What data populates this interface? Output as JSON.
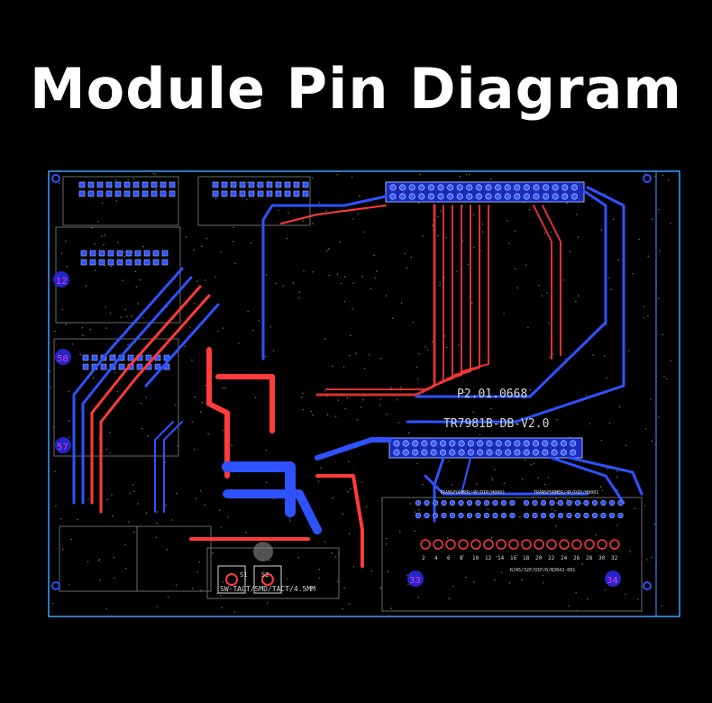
{
  "header": {
    "title": "Module Pin Diagram"
  },
  "board": {
    "part_number": "P2.01.0668",
    "board_name": "TR7981B-DB-V2.0",
    "switch_label": "SW-TACT/SMD/TACT/4.5MM",
    "connector_label": "RJ45/32P/DIP/R/N3042-001",
    "switch_refs": [
      "S1",
      "S2"
    ],
    "pin_markers": [
      "12",
      "58",
      "57",
      "33",
      "34"
    ],
    "connector_pin_row": [
      "2",
      "4",
      "6",
      "8",
      "10",
      "12",
      "14",
      "16",
      "18",
      "20",
      "22",
      "24",
      "26",
      "28",
      "30",
      "32"
    ],
    "transformer_labels": [
      "TRANSFORMER/4P/DIP/H0001",
      "TRANSFORMER/4P/DIP/H0001"
    ],
    "colors": {
      "top_layer": "#ff3b3b",
      "bottom_layer": "#2f52ff",
      "outline": "#3aa0ff",
      "silk": "#d8d8d8",
      "marker": "#e23be0"
    }
  }
}
